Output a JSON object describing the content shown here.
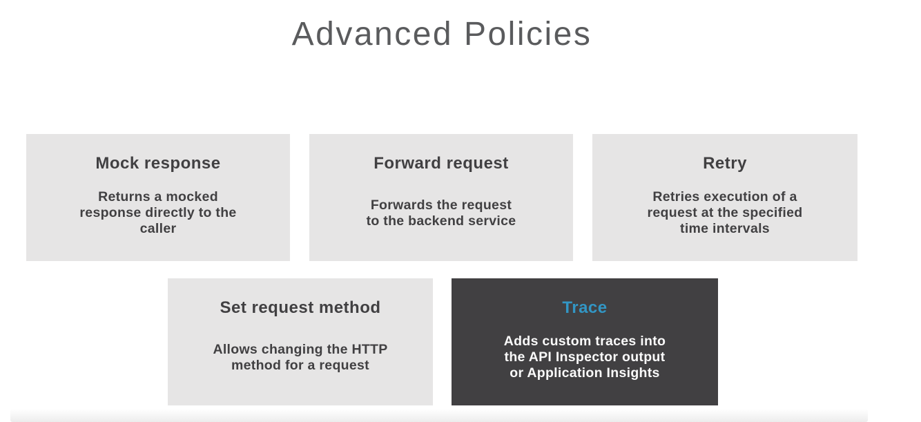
{
  "page": {
    "title": "Advanced Policies"
  },
  "colors": {
    "card_light_background": "#e6e5e5",
    "card_dark_background": "#414042",
    "card_text_dark": "#414042",
    "card_text_light": "#fafafa",
    "accent_blue": "#3296c4",
    "title_gray": "#5a5b5d"
  },
  "cards": [
    {
      "title": "Mock response",
      "body": "Returns a mocked\nresponse directly to the\ncaller",
      "variant": "light"
    },
    {
      "title": "Forward request",
      "body": "Forwards the request\nto the backend service",
      "variant": "light"
    },
    {
      "title": "Retry",
      "body": "Retries execution of a\nrequest at the specified\ntime intervals",
      "variant": "light"
    },
    {
      "title": "Set request method",
      "body": "Allows changing the HTTP\nmethod for a request",
      "variant": "light"
    },
    {
      "title": "Trace",
      "body": "Adds custom traces into\nthe API Inspector output\nor Application Insights",
      "variant": "dark"
    }
  ]
}
